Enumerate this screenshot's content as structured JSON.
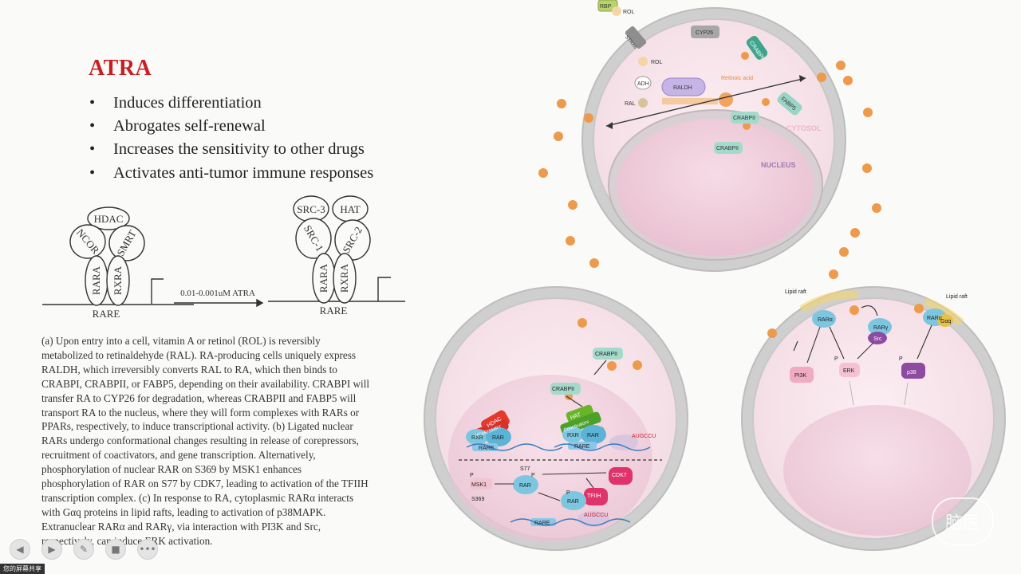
{
  "slide": {
    "title": "ATRA",
    "bullets": [
      "Induces differentiation",
      "Abrogates self-renewal",
      "Increases the sensitivity to other drugs",
      "Activates anti-tumor immune responses"
    ],
    "complex": {
      "left": {
        "hdac": "HDAC",
        "ncor": "NCOR",
        "smrt": "SMRT",
        "rara": "RARA",
        "rxra": "RXRA",
        "rare": "RARE"
      },
      "arrow_label": "0.01-0.001uM ATRA",
      "right": {
        "src3": "SRC-3",
        "hat": "HAT",
        "src1": "SRC-1",
        "src2": "SRC-2",
        "rara": "RARA",
        "rxra": "RXRA",
        "rare": "RARE"
      }
    },
    "caption_lines": [
      "(a) Upon entry into a cell, vitamin A or retinol (ROL) is reversibly",
      "metabolized to retinaldehyde (RAL). RA-producing cells uniquely express",
      "RALDH, which irreversibly converts RAL to RA, which then binds to",
      "CRABPI, CRABPII, or FABP5, depending on their availability. CRABPI will",
      "transfer RA to CYP26 for degradation, whereas CRABPII and FABP5 will",
      "transport RA to the nucleus, where they will form complexes with RARs or",
      "PPARs, respectively, to induce transcriptional activity. (b) Ligated nuclear",
      "RARs undergo conformational changes resulting in release of corepressors,",
      "recruitment of coactivators, and gene transcription. Alternatively,",
      "phosphorylation of nuclear RAR on S369 by MSK1 enhances",
      "phosphorylation of RAR on S77 by CDK7, leading to activation of the TFIIH",
      "transcription complex. (c) In response to RA, cytoplasmic RARα interacts",
      "with Gαq proteins in lipid rafts, leading to activation of p38MAPK.",
      "Extranuclear RARα and RARγ, via interaction with PI3K and Src,",
      "respectively, can induce ERK activation."
    ],
    "figure_a": {
      "rbp": "RBP",
      "rol_top": "ROL",
      "stra6": "STRA6",
      "rol": "ROL",
      "adh": "ADH",
      "ral": "RAL",
      "raldh": "RALDH",
      "cyp26": "CYP26",
      "crabpi": "CRABPI",
      "retinoic_acid": "Retinoic acid",
      "crabpii_1": "CRABPII",
      "crabpii_2": "CRABPII",
      "cytosol": "CYTOSOL",
      "nucleus": "NUCLEUS",
      "fabp5": "FABP5"
    },
    "figure_b": {
      "crabpii_top": "CRABPII",
      "crabpii_mid": "CRABPII",
      "hdac": "HDAC",
      "ncor": "NCoR/SMRT",
      "rxr1": "RXR",
      "rar1": "RAR",
      "rare1": "RARE",
      "rxr2": "RXR",
      "rar2": "RAR",
      "rare2": "RARE",
      "hat": "HAT",
      "coact": "Coactivators",
      "aug1": "AUGCCU",
      "msk1": "MSK1",
      "s369": "S369",
      "s77": "S77",
      "rar3": "RAR",
      "rar4": "RAR",
      "cdk7": "CDK7",
      "tfiih": "TFIIH",
      "rare3": "RARE",
      "aug2": "AUGCCU",
      "p1": "P",
      "p2": "P",
      "p3": "P"
    },
    "figure_c": {
      "lipid_raft_left": "Lipid raft",
      "lipid_raft_right": "Lipid raft",
      "rara1": "RARα",
      "rarg": "RARγ",
      "rara2": "RARα",
      "src": "Src",
      "gaq": "Gαq",
      "pi3k": "PI3K",
      "erk": "ERK",
      "p38": "p38",
      "p_erk": "P",
      "p_p38": "P"
    }
  },
  "toolbar": {
    "prev": "◀",
    "play": "▶",
    "pen": "✎",
    "cam": "■",
    "more": "•••"
  },
  "share_tag": "您的屏幕共享",
  "watermark": "脑医"
}
